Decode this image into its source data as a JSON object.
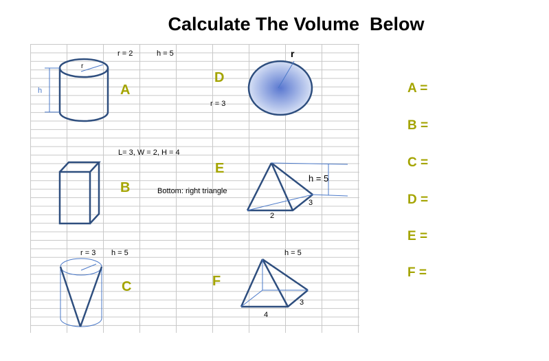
{
  "title": "Calculate The Volume  Below",
  "shape_a": {
    "letter": "A",
    "dims": [
      "r = 2",
      "h = 5"
    ],
    "radius_label": "r",
    "height_label": "h"
  },
  "shape_b": {
    "letter": "B",
    "dims": "L= 3, W = 2, H = 4"
  },
  "shape_c": {
    "letter": "C",
    "dims": [
      "r = 3",
      "h = 5"
    ]
  },
  "shape_d": {
    "letter": "D",
    "dims": "r = 3",
    "radius_label": "r"
  },
  "shape_e": {
    "letter": "E",
    "note": "Bottom: right triangle",
    "height_label": "h = 5",
    "side_a": "2",
    "side_b": "3"
  },
  "shape_f": {
    "letter": "F",
    "dims": "h = 5",
    "side_a": "4",
    "side_b": "3"
  },
  "answers": [
    "A =",
    "B =",
    "C =",
    "D =",
    "E =",
    "F ="
  ],
  "colors": {
    "stroke": "#2e4e7e",
    "letter": "#a4a400",
    "grid": "#c8c8c8"
  }
}
